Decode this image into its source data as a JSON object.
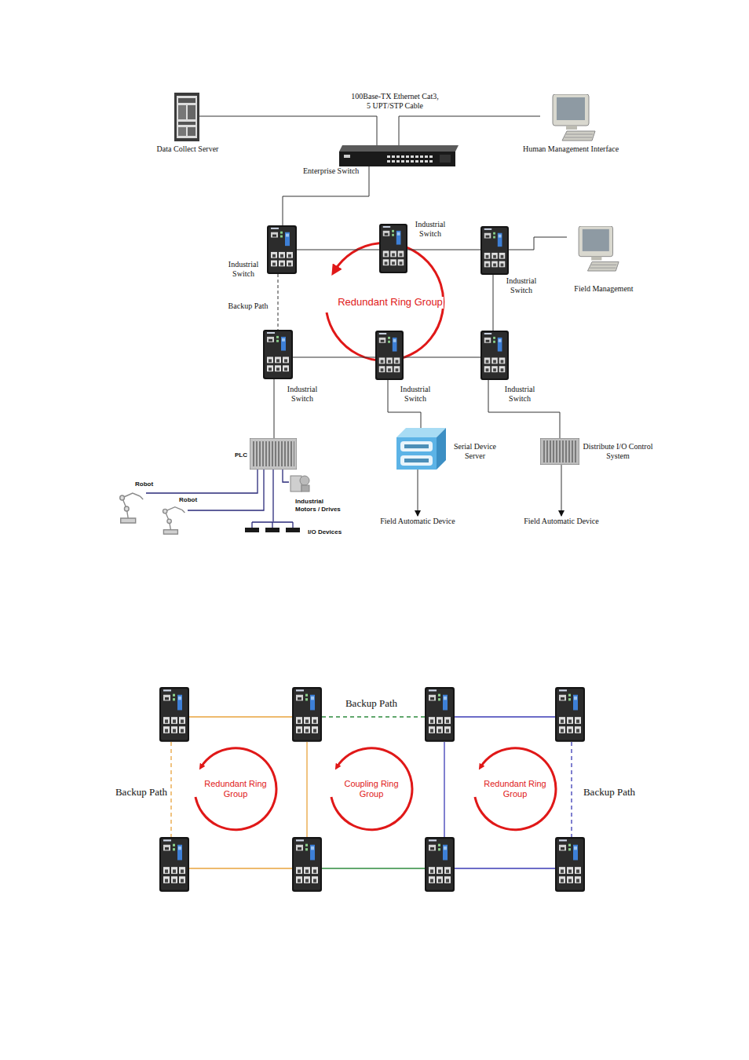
{
  "diagram": {
    "nodes": [
      {
        "text": [
          "Data Collect Server"
        ]
      },
      {
        "text": [
          "Human Management Interface"
        ]
      },
      {
        "text": [
          "Enterprise Switch"
        ]
      },
      {
        "text": [
          "Industrial Switch"
        ]
      },
      {
        "text": [
          "Industrial Switch"
        ]
      },
      {
        "text": [
          "Industrial Switch"
        ]
      },
      {
        "text": [
          "Field Management"
        ]
      },
      {
        "text": [
          "Industrial Switch"
        ]
      },
      {
        "text": [
          "Industrial Switch"
        ]
      },
      {
        "text": [
          "Industrial Switch"
        ]
      },
      {
        "text": [
          "PLC"
        ]
      },
      {
        "text": [
          "Serial Device Server"
        ]
      },
      {
        "text": [
          "Distribute I/O Control System"
        ]
      },
      {
        "text": [
          "Robot"
        ]
      },
      {
        "text": [
          "Robot"
        ]
      },
      {
        "text": [
          "Industrial Motors / Drives"
        ]
      },
      {
        "text": [
          "I/O Devices"
        ]
      },
      {
        "text": [
          "Field Automatic Device"
        ]
      },
      {
        "text": [
          "Field Automatic Device"
        ]
      }
    ],
    "edges": [
      {
        "from": 0,
        "to": 2,
        "arrow": "none"
      },
      {
        "from": 1,
        "to": 2,
        "arrow": "none"
      },
      {
        "from": 2,
        "to": 3,
        "arrow": "none"
      },
      {
        "from": 3,
        "to": 4,
        "arrow": "none"
      },
      {
        "from": 4,
        "to": 5,
        "arrow": "none"
      },
      {
        "from": 5,
        "to": 6,
        "arrow": "none"
      },
      {
        "from": 3,
        "to": 7,
        "arrow": "none"
      },
      {
        "from": 5,
        "to": 9,
        "arrow": "none"
      },
      {
        "from": 7,
        "to": 8,
        "arrow": "none"
      },
      {
        "from": 8,
        "to": 9,
        "arrow": "none"
      },
      {
        "from": 7,
        "to": 10,
        "arrow": "none"
      },
      {
        "from": 8,
        "to": 11,
        "arrow": "none"
      },
      {
        "from": 9,
        "to": 12,
        "arrow": "none"
      },
      {
        "from": 11,
        "to": 17,
        "arrow": "to"
      },
      {
        "from": 12,
        "to": 18,
        "arrow": "to"
      },
      {
        "from": 10,
        "to": 13,
        "arrow": "none"
      },
      {
        "from": 10,
        "to": 14,
        "arrow": "none"
      },
      {
        "from": 10,
        "to": 15,
        "arrow": "none"
      },
      {
        "from": 10,
        "to": 16,
        "arrow": "none"
      }
    ],
    "labels": [
      "100Base-TX Ethernet Cat3, 5 UPT/STP Cable",
      "Backup Path",
      "Redundant Ring Group",
      "Backup Path",
      "Backup Path",
      "Redundant Ring Group",
      "Coupling Ring Group",
      "Redundant Ring Group",
      "Backup Path"
    ]
  }
}
